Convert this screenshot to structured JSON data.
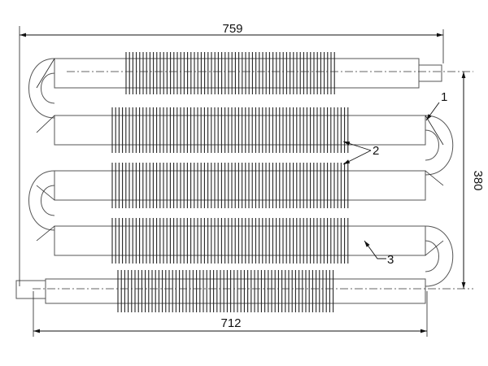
{
  "dimensions": {
    "overall_width": "759",
    "bottom_width": "712",
    "height": "380"
  },
  "callouts": [
    "1",
    "2",
    "3"
  ]
}
